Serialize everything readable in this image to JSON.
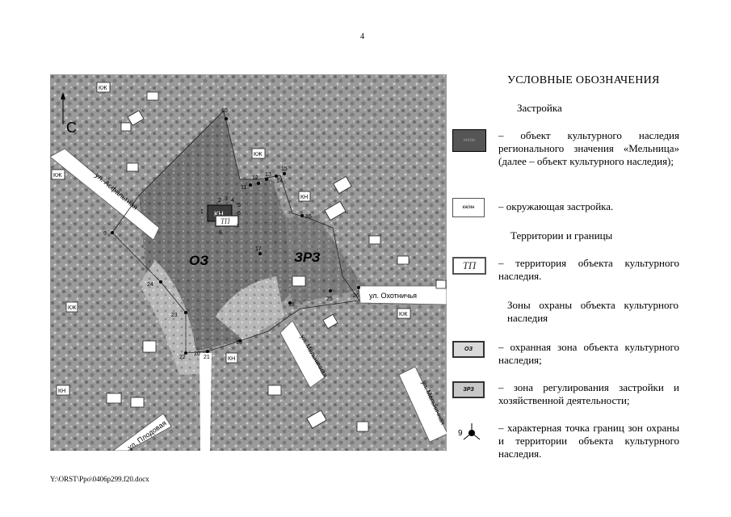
{
  "page_number": "4",
  "footer_path": "Y:\\ORST\\Ppo\\0406p299.f20.docx",
  "legend": {
    "title": "УСЛОВНЫЕ ОБОЗНАЧЕНИЯ",
    "section_buildings": "Застройка",
    "heritage_swatch_label": "кн/ин",
    "heritage_text": "– объект культурного наследия регионального значения «Мельница» (далее – объект культурного наследия);",
    "built_swatch_label": "кж/ин",
    "built_text": "– окружающая застройка.",
    "section_territories": "Территории и границы",
    "tp_swatch_label": "ТП",
    "tp_text": "– территория объекта культурного наследия.",
    "section_zones": "Зоны охраны объекта культурного наследия",
    "oz_swatch_label": "ОЗ",
    "oz_text": "– охранная зона объекта культурного наследия;",
    "zrz_swatch_label": "ЗРЗ",
    "zrz_text": "– зона регулирования застройки и хозяйственной деятельности;",
    "point_swatch_label": "9",
    "point_text": "– характерная точка границ зон охраны и территории объекта культурного наследия."
  },
  "map": {
    "compass_label": "С",
    "zone_labels": {
      "oz": "ОЗ",
      "zrz": "ЗРЗ"
    },
    "streets": {
      "asfaltnaya": "ул. Асфальтная",
      "okhotnichya": "ул. Охотничья",
      "melnichnaya_1": "ул. Мельничная",
      "melnichnaya_2": "ул. Мельничная",
      "plodovaya": "ул. Плодовая"
    },
    "building_labels": {
      "heritage": "КН",
      "tp": "ТП",
      "kzh": "КЖ",
      "kn": "КН"
    },
    "points": [
      "1",
      "2",
      "3",
      "4",
      "5",
      "6",
      "7",
      "8",
      "9",
      "10",
      "11",
      "12",
      "13",
      "14",
      "15",
      "16",
      "17",
      "18",
      "19",
      "20",
      "21",
      "22",
      "23",
      "24",
      "25",
      "26"
    ]
  },
  "colors": {
    "map_background": "#8c8c8c",
    "zone_dark": "#6e6e6e",
    "road": "#ffffff",
    "heritage": "#4a4a4a"
  }
}
